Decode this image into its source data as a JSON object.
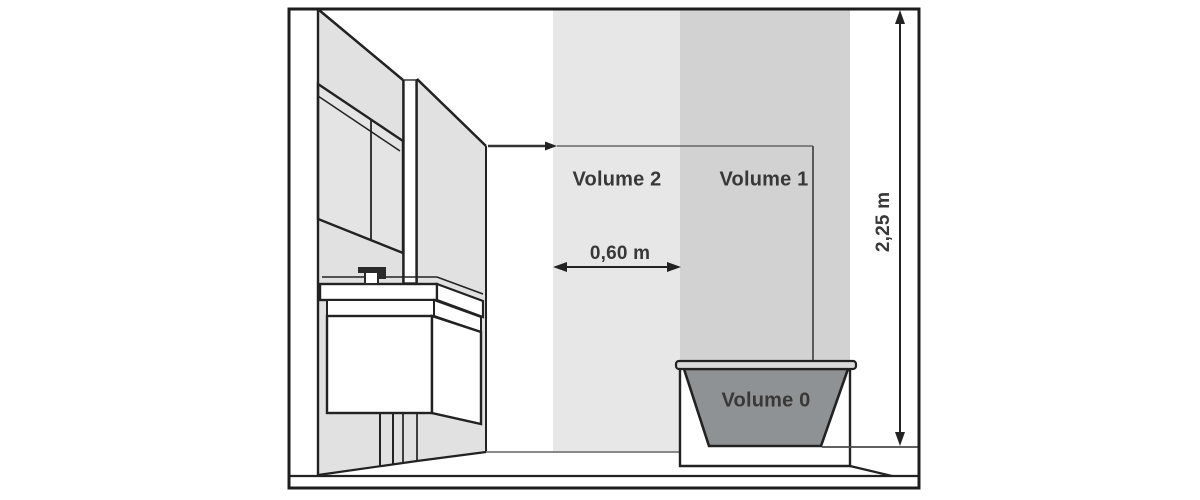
{
  "diagram": {
    "zones": {
      "volume2": {
        "label": "Volume 2"
      },
      "volume1": {
        "label": "Volume 1"
      },
      "volume0": {
        "label": "Volume 0"
      }
    },
    "dimensions": {
      "zone2_width": "0,60 m",
      "room_height": "2,25 m"
    },
    "colors": {
      "volume2_band": "#e7e7e7",
      "volume1_band": "#d2d2d2",
      "tub_fill": "#8f9294",
      "tub_rim": "#dadada",
      "wall_panel": "#e1e1e1",
      "mirror_fill": "#e4e4e4",
      "line": "#222222"
    }
  }
}
